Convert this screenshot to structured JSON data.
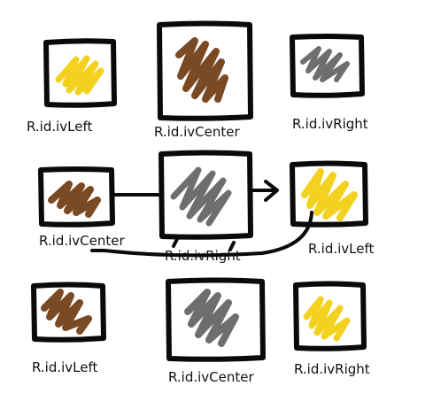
{
  "colors": {
    "yellow": "#f2d21f",
    "brown": "#7a4a25",
    "gray": "#6e6e6e",
    "frame": "#0a0a0a"
  },
  "rows": [
    {
      "step": "initial",
      "cards": [
        {
          "id": "left",
          "label": "R.id.ivLeft",
          "fill": "yellow"
        },
        {
          "id": "center",
          "label": "R.id.ivCenter",
          "fill": "brown"
        },
        {
          "id": "right",
          "label": "R.id.ivRight",
          "fill": "gray"
        }
      ]
    },
    {
      "step": "rotating",
      "cards": [
        {
          "id": "left",
          "label": "R.id.ivCenter",
          "fill": "brown"
        },
        {
          "id": "center",
          "label": "R.id.ivRight",
          "fill": "gray"
        },
        {
          "id": "right",
          "label": "R.id.ivLeft",
          "fill": "yellow"
        }
      ]
    },
    {
      "step": "result",
      "cards": [
        {
          "id": "left",
          "label": "R.id.ivLeft",
          "fill": "brown"
        },
        {
          "id": "center",
          "label": "R.id.ivCenter",
          "fill": "gray"
        },
        {
          "id": "right",
          "label": "R.id.ivRight",
          "fill": "yellow"
        }
      ]
    }
  ]
}
